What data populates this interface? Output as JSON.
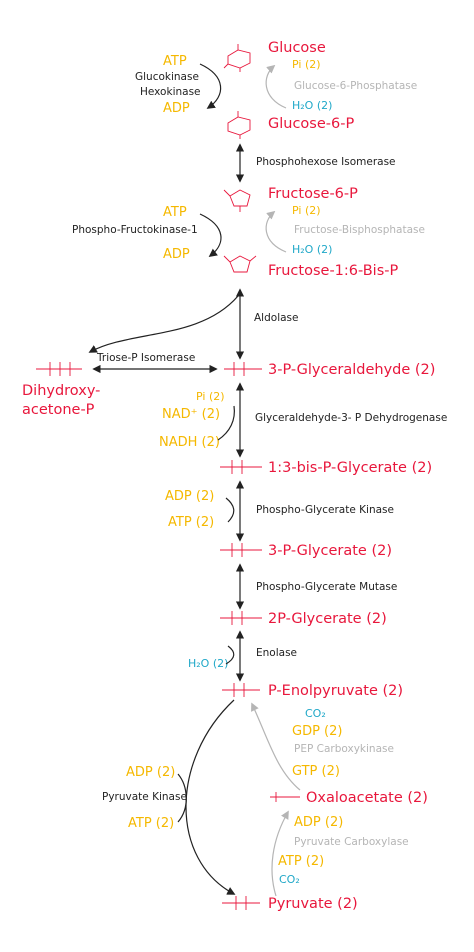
{
  "metabolites": {
    "glucose": "Glucose",
    "g6p": "Glucose-6-P",
    "f6p": "Fructose-6-P",
    "f16bp": "Fructose-1:6-Bis-P",
    "dhap_line1": "Dihydroxy-",
    "dhap_line2": "acetone-P",
    "g3p": "3-P-Glyceraldehyde (2)",
    "bpg": "1:3-bis-P-Glycerate (2)",
    "pg3": "3-P-Glycerate (2)",
    "pg2": "2P-Glycerate (2)",
    "pep": "P-Enolpyruvate (2)",
    "oaa": "Oxaloacetate (2)",
    "pyruvate": "Pyruvate (2)"
  },
  "enzymes": {
    "glucokinase": "Glucokinase",
    "hexokinase": "Hexokinase",
    "g6pase": "Glucose-6-Phosphatase",
    "phi": "Phosphohexose Isomerase",
    "pfk": "Phospho-Fructokinase-1",
    "fbpase": "Fructose-Bisphosphatase",
    "aldolase": "Aldolase",
    "tpi": "Triose-P Isomerase",
    "gapdh": "Glyceraldehyde-3- P Dehydrogenase",
    "pgk": "Phospho-Glycerate Kinase",
    "pgm": "Phospho-Glycerate Mutase",
    "enolase": "Enolase",
    "pepck": "PEP Carboxykinase",
    "pk": "Pyruvate Kinase",
    "pc": "Pyruvate Carboxylase"
  },
  "cofactors": {
    "atp1": "ATP",
    "adp1": "ADP",
    "pi1": "Pi (2)",
    "h2o1": "H₂O (2)",
    "atp2": "ATP",
    "adp2": "ADP",
    "pi2": "Pi (2)",
    "h2o2": "H₂O (2)",
    "pi3": "Pi (2)",
    "nad": "NAD⁺ (2)",
    "nadh": "NADH (2)",
    "adp3": "ADP (2)",
    "atp3": "ATP (2)",
    "h2o3": "H₂O (2)",
    "co2a": "CO₂",
    "gdp": "GDP (2)",
    "gtp": "GTP (2)",
    "adp4": "ADP (2)",
    "atp4": "ATP (2)",
    "adp5": "ADP (2)",
    "atp5": "ATP (2)",
    "co2b": "CO₂"
  },
  "colors": {
    "metabolite": "#e8173c",
    "cofactor": "#f5b800",
    "water": "#20a8c8",
    "forward_arrow": "#222222",
    "reverse_arrow": "#b5b5b5"
  }
}
